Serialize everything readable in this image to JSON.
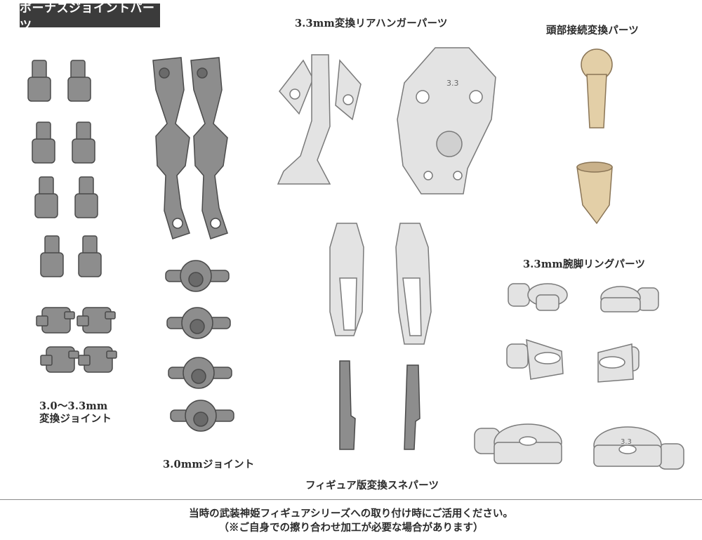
{
  "header": {
    "title": "ボーナスジョイントパーツ"
  },
  "groups": {
    "joint_conv": {
      "line1": "3.0～3.3mm",
      "line2": "変換ジョイント"
    },
    "joint30": {
      "label": "3.0mmジョイント"
    },
    "rear_hanger": {
      "label": "3.3mm変換リアハンガーパーツ"
    },
    "head": {
      "label": "頭部接続変換パーツ"
    },
    "ring": {
      "label": "3.3mm腕脚リングパーツ"
    },
    "shin": {
      "label": "フィギュア版変換スネパーツ"
    }
  },
  "part_marks": {
    "hanger_mark": "3.3",
    "ring_mark": "3.3"
  },
  "footer": {
    "line1": "当時の武装神姫フィギュアシリーズへの取り付け時にご活用ください。",
    "line2": "（※ご自身での擦り合わせ加工が必要な場合があります）"
  },
  "colors": {
    "dark_part": "#8d8d8d",
    "dark_edge": "#4a4a4a",
    "light_part": "#e3e3e3",
    "light_edge": "#7a7a7a",
    "tan_part": "#e3cfa7",
    "tan_edge": "#8a7556",
    "header_bg": "#3b3b3b"
  }
}
